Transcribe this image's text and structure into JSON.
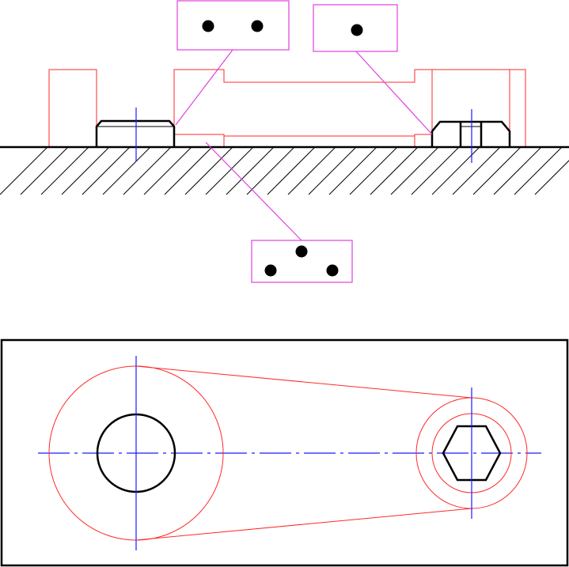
{
  "colors": {
    "section_lines": "#ff2a2a",
    "outline": "#000000",
    "centerlines": "#1a1aff",
    "annotation": "#e040e0"
  },
  "callouts": [
    {
      "name": "callout-two-dot",
      "dots": 2
    },
    {
      "name": "callout-one-dot",
      "dots": 1
    },
    {
      "name": "callout-three-dot",
      "dots": 3
    }
  ]
}
